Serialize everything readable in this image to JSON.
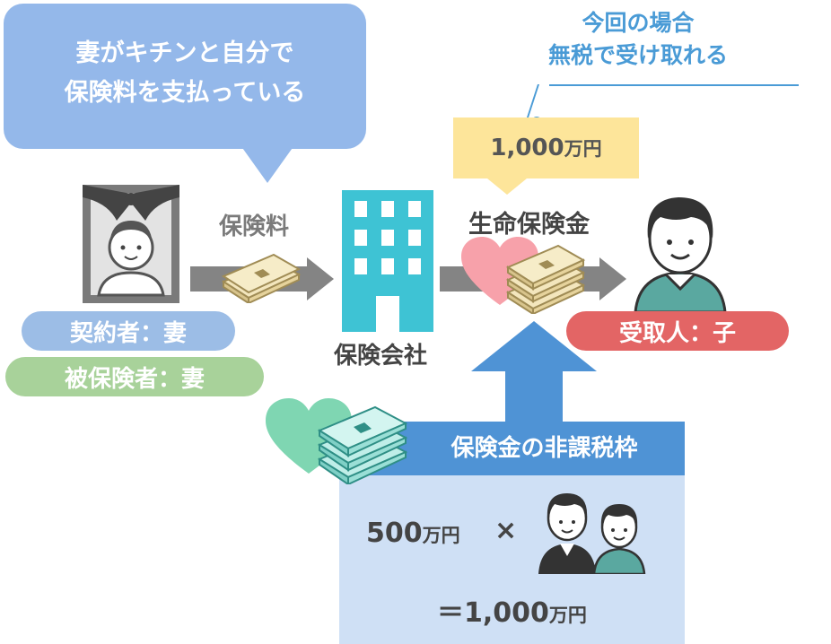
{
  "bubble": {
    "line1": "妻がキチンと自分で",
    "line2": "保険料を支払っている"
  },
  "note": {
    "line1": "今回の場合",
    "line2": "無税で受け取れる"
  },
  "amount": {
    "number": "1,000",
    "unit": "万円"
  },
  "labels": {
    "premium": "保険料",
    "insurance_company": "保険会社",
    "life_insurance_payout": "生命保険金"
  },
  "pills": {
    "contractor": "契約者：妻",
    "insured": "被保険者：妻",
    "recipient": "受取人：子"
  },
  "exemption": {
    "title": "保険金の非課税枠",
    "per_heir_number": "500",
    "per_heir_unit": "万円",
    "times": "×",
    "result_prefix": "＝1,000",
    "result_unit": "万円"
  },
  "colors": {
    "bubble": "#94b8ea",
    "accent_blue": "#4a9bd6",
    "frame_blue": "#4f93d5",
    "frame_panel": "#cfe0f5",
    "building": "#3ec3d4",
    "amount_box": "#fde59a",
    "contractor_pill": "#9cbde6",
    "insured_pill": "#a8d29a",
    "recipient_pill": "#e36565",
    "heart_pink": "#f7a1aa",
    "heart_green": "#7fd6b2",
    "arrow_gray": "#848484"
  },
  "icons": [
    "memorial-portrait-icon",
    "cash-bundle-icon",
    "office-building-icon",
    "heart-icon",
    "person-icon",
    "family-icon"
  ]
}
